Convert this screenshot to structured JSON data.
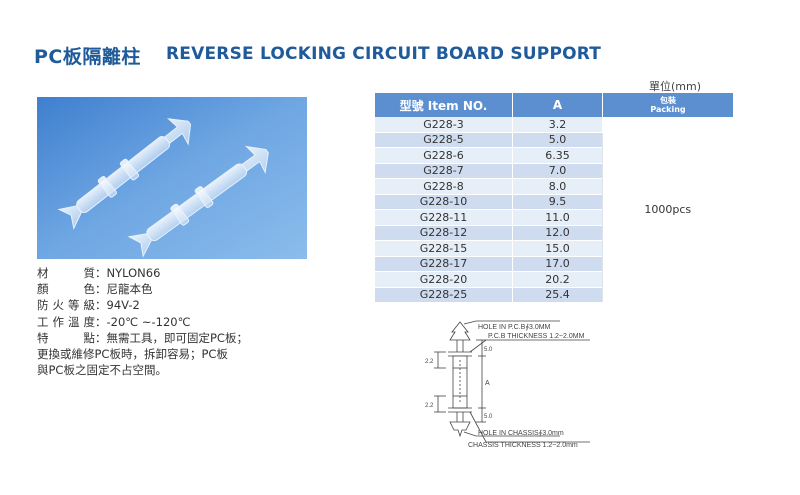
{
  "header": {
    "title_zh": "PC板隔離柱",
    "title_en": "REVERSE LOCKING CIRCUIT BOARD SUPPORT"
  },
  "specs": [
    {
      "label_chars": [
        "材",
        "質"
      ],
      "colon": "：",
      "value": "NYLON66"
    },
    {
      "label_chars": [
        "顏",
        "色"
      ],
      "colon": "：",
      "value": "尼龍本色"
    },
    {
      "label_chars": [
        "防",
        "火",
        "等",
        "級"
      ],
      "colon": "：",
      "value": "94V-2"
    },
    {
      "label_chars": [
        "工",
        "作",
        "溫",
        "度"
      ],
      "colon": "：",
      "value": "-20℃ ~-120℃"
    },
    {
      "label_chars": [
        "特",
        "點"
      ],
      "colon": "：",
      "value": "無需工具，即可固定PC板；"
    }
  ],
  "specs_continued": [
    "更換或維修PC板時，拆卸容易；PC板",
    "與PC板之固定不占空間。"
  ],
  "table": {
    "unit": "單位(mm)",
    "headers": {
      "item": "型號 Item NO.",
      "a": "A",
      "packing_zh": "包裝",
      "packing_en": "Packing"
    },
    "packing_value": "1000pcs",
    "rows": [
      {
        "item": "G228-3",
        "a": "3.2"
      },
      {
        "item": "G228-5",
        "a": "5.0"
      },
      {
        "item": "G228-6",
        "a": "6.35"
      },
      {
        "item": "G228-7",
        "a": "7.0"
      },
      {
        "item": "G228-8",
        "a": "8.0"
      },
      {
        "item": "G228-10",
        "a": "9.5"
      },
      {
        "item": "G228-11",
        "a": "11.0"
      },
      {
        "item": "G228-12",
        "a": "12.0"
      },
      {
        "item": "G228-15",
        "a": "15.0"
      },
      {
        "item": "G228-17",
        "a": "17.0"
      },
      {
        "item": "G228-20",
        "a": "20.2"
      },
      {
        "item": "G228-25",
        "a": "25.4"
      }
    ]
  },
  "diagram": {
    "top_hole": "HOLE IN P.C.B∮3.0MM",
    "top_thickness": "P.C.B THICKNESS 1.2~2.0MM",
    "bottom_hole": "HOLE IN CHASSIS∮3.0mm",
    "bottom_thickness": "CHASSIS THICKNESS 1.2~2.0mm",
    "dim_top": "5.0",
    "dim_bottom": "5.0",
    "dim_left_top": "2.2",
    "dim_left_bottom": "2.2",
    "dim_a": "A"
  },
  "colors": {
    "title": "#1f5a9a",
    "table_header": "#5b8fd0",
    "row_light": "#e6eef8",
    "row_dark": "#cfdcef",
    "photo_bg": "#5b93d6"
  }
}
